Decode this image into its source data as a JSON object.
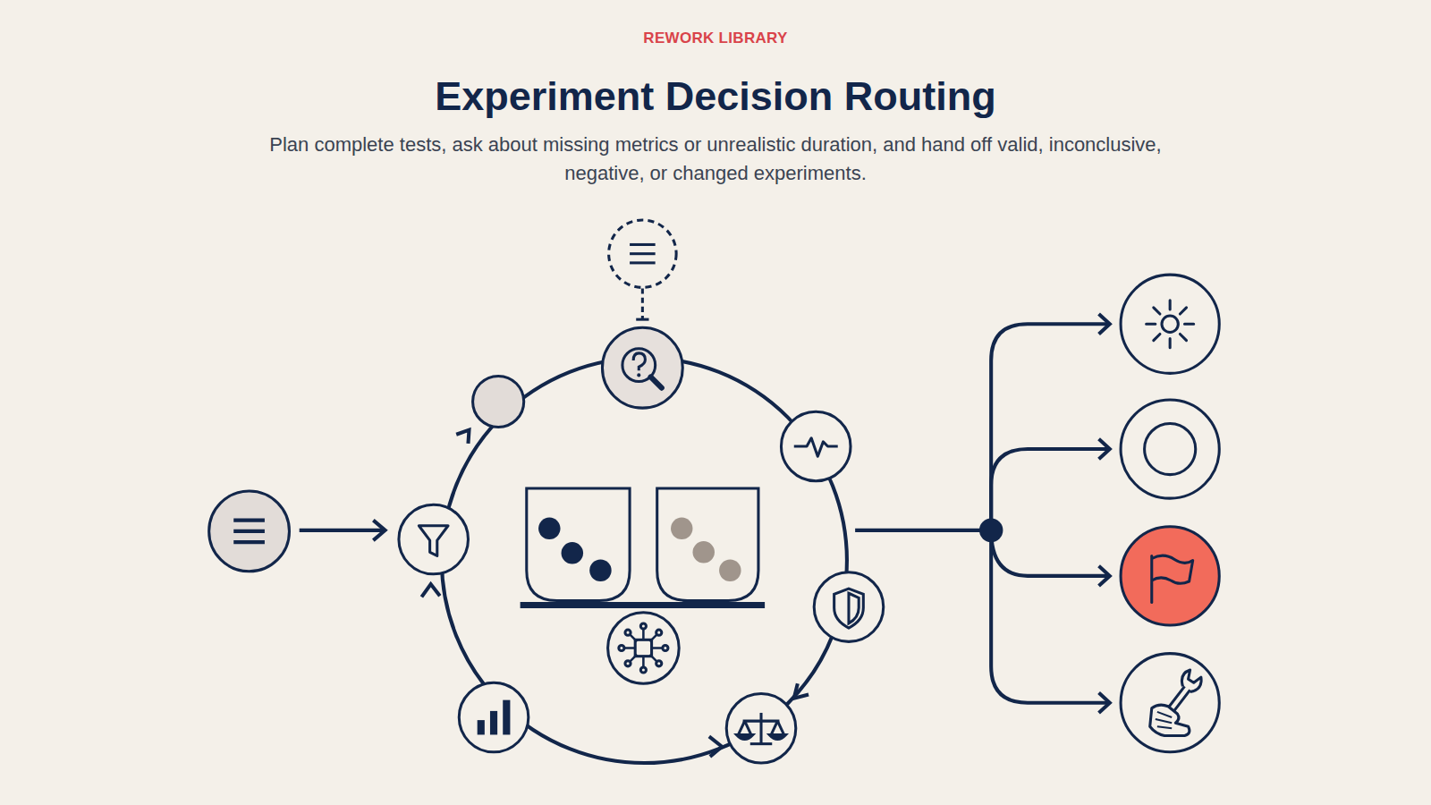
{
  "diagram": {
    "title": "Experiment Decision Routing",
    "caption": "Plan complete tests, ask about missing metrics or unrealistic duration, and hand off valid, inconclusive, negative, or changed experiments.",
    "labels": [
      "REWORK LIBRARY"
    ]
  }
}
